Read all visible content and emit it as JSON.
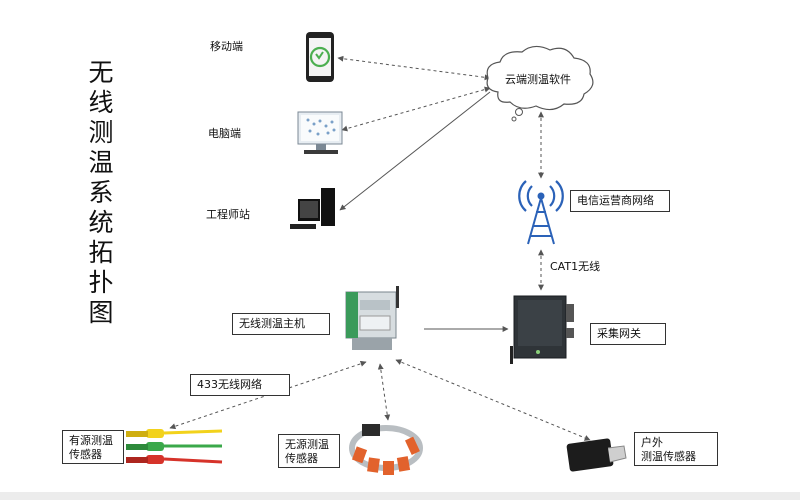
{
  "title_chars": [
    "无",
    "线",
    "测",
    "温",
    "系",
    "统",
    "拓",
    "扑",
    "图"
  ],
  "cloud_label": "云端测温软件",
  "mobile_label": "移动端",
  "pc_label": "电脑端",
  "workstation_label": "工程师站",
  "telecom_label": "电信运营商网络",
  "cat1_label": "CAT1无线",
  "host_label": "无线测温主机",
  "gateway_label": "采集网关",
  "net433_label": "433无线网络",
  "active_sensor_label": [
    "有源测温",
    "传感器"
  ],
  "passive_sensor_label": [
    "无源测温",
    "传感器"
  ],
  "outdoor_sensor_label": [
    "户外",
    "测温传感器"
  ],
  "icons": [
    "phone-icon",
    "monitor-icon",
    "workstation-icon",
    "tower-icon",
    "host-device-icon",
    "gateway-device-icon",
    "active-sensor-icon",
    "passive-sensor-icon",
    "outdoor-sensor-icon",
    "cloud-icon"
  ],
  "colors": {
    "line": "#555555",
    "tower": "#2b62b8",
    "phone_green": "#4caf50",
    "host_green": "#3a9a5a",
    "sensor_orange": "#e2622c"
  }
}
